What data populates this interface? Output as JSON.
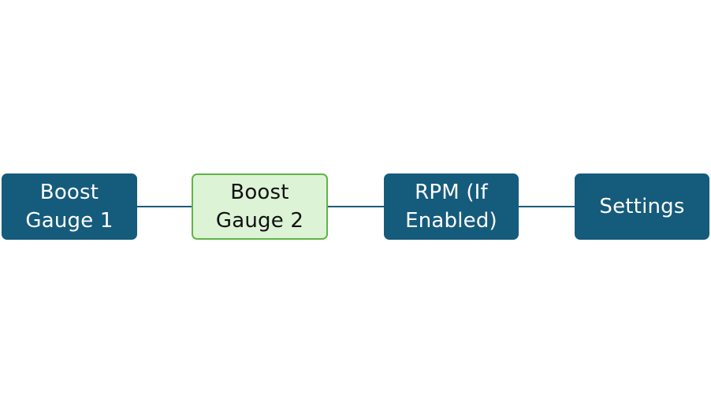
{
  "nodes": [
    {
      "line1": "Boost",
      "line2": "Gauge 1",
      "active": false
    },
    {
      "line1": "Boost",
      "line2": "Gauge 2",
      "active": true
    },
    {
      "line1": "RPM (If",
      "line2": "Enabled)",
      "active": false
    },
    {
      "line1": "Settings",
      "line2": "",
      "active": false
    }
  ],
  "colors": {
    "node_fill": "#155b7c",
    "active_fill": "#dcf3d6",
    "active_border": "#61b445",
    "connector": "#1a5c7a"
  }
}
